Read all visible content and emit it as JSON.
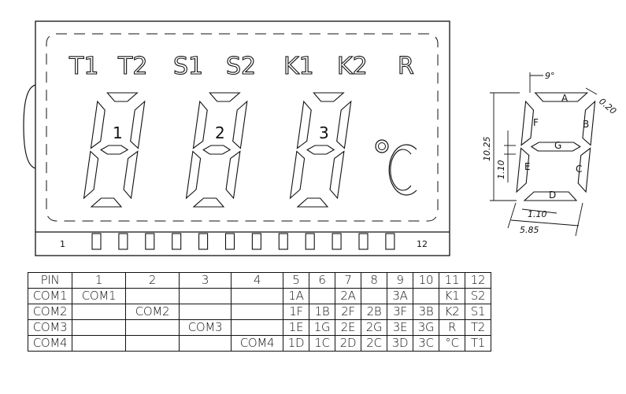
{
  "lcd": {
    "indicators": [
      "T1",
      "T2",
      "S1",
      "S2",
      "K1",
      "K2",
      "R"
    ],
    "digit_labels": [
      "1",
      "2",
      "3"
    ],
    "degree_symbol": "°",
    "celsius_letter": "C",
    "pin_start": "1",
    "pin_end": "12"
  },
  "segment_detail": {
    "segment_letters": [
      "A",
      "B",
      "C",
      "D",
      "E",
      "F",
      "G"
    ],
    "dim_angle": "9°",
    "dim_stroke": "0.20",
    "dim_height": "10.25",
    "dim_segment": "1.10",
    "dim_bottom_seg": "1.10",
    "dim_width": "5.85"
  },
  "pin_table": {
    "rows": [
      [
        "PIN",
        "1",
        "2",
        "3",
        "4",
        "5",
        "6",
        "7",
        "8",
        "9",
        "10",
        "11",
        "12"
      ],
      [
        "COM1",
        "COM1",
        "",
        "",
        "",
        "1A",
        "",
        "2A",
        "",
        "3A",
        "",
        "K1",
        "S2"
      ],
      [
        "COM2",
        "",
        "COM2",
        "",
        "",
        "1F",
        "1B",
        "2F",
        "2B",
        "3F",
        "3B",
        "K2",
        "S1"
      ],
      [
        "COM3",
        "",
        "",
        "COM3",
        "",
        "1E",
        "1G",
        "2E",
        "2G",
        "3E",
        "3G",
        "R",
        "T2"
      ],
      [
        "COM4",
        "",
        "",
        "",
        "COM4",
        "1D",
        "1C",
        "2D",
        "2C",
        "3D",
        "3C",
        "°C",
        "T1"
      ]
    ]
  }
}
